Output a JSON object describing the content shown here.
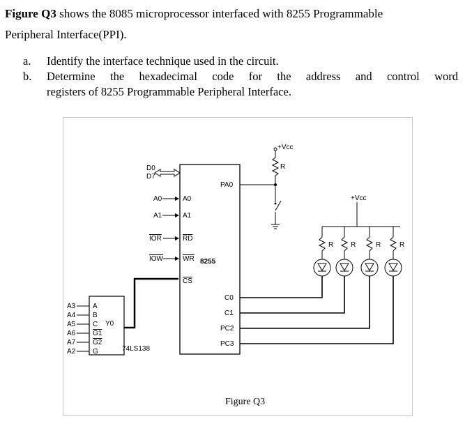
{
  "question": {
    "fig_ref": "Figure Q3",
    "line1_rest": " shows the 8085 microprocessor interfaced with 8255 Programmable",
    "line2": "Peripheral Interface(PPI).",
    "items": [
      {
        "label": "a.",
        "lines": [
          "Identify the interface technique used in the circuit."
        ]
      },
      {
        "label": "b.",
        "lines": [
          "Determine the hexadecimal code for the address and control word",
          "registers of 8255 Programmable Peripheral Interface."
        ]
      }
    ]
  },
  "figure": {
    "caption": "Figure Q3",
    "ppi_chip": {
      "name": "8255",
      "left_pins": [
        "A0",
        "A1",
        "RD",
        "WR",
        "CS"
      ],
      "right_pins": [
        "PA0",
        "C0",
        "C1",
        "PC2",
        "PC3"
      ]
    },
    "cpu_signals": [
      "D0",
      "D7",
      "A0",
      "A1",
      "IOR",
      "IOW"
    ],
    "decoder": {
      "name": "74LS138",
      "inputs": [
        "A",
        "B",
        "C",
        "G1",
        "G2",
        "G"
      ],
      "output": "Y0"
    },
    "decoder_address_lines": [
      "A3",
      "A4",
      "A5",
      "A6",
      "A7",
      "A2"
    ],
    "supply_label": "+Vcc",
    "resistor_label": "R"
  }
}
